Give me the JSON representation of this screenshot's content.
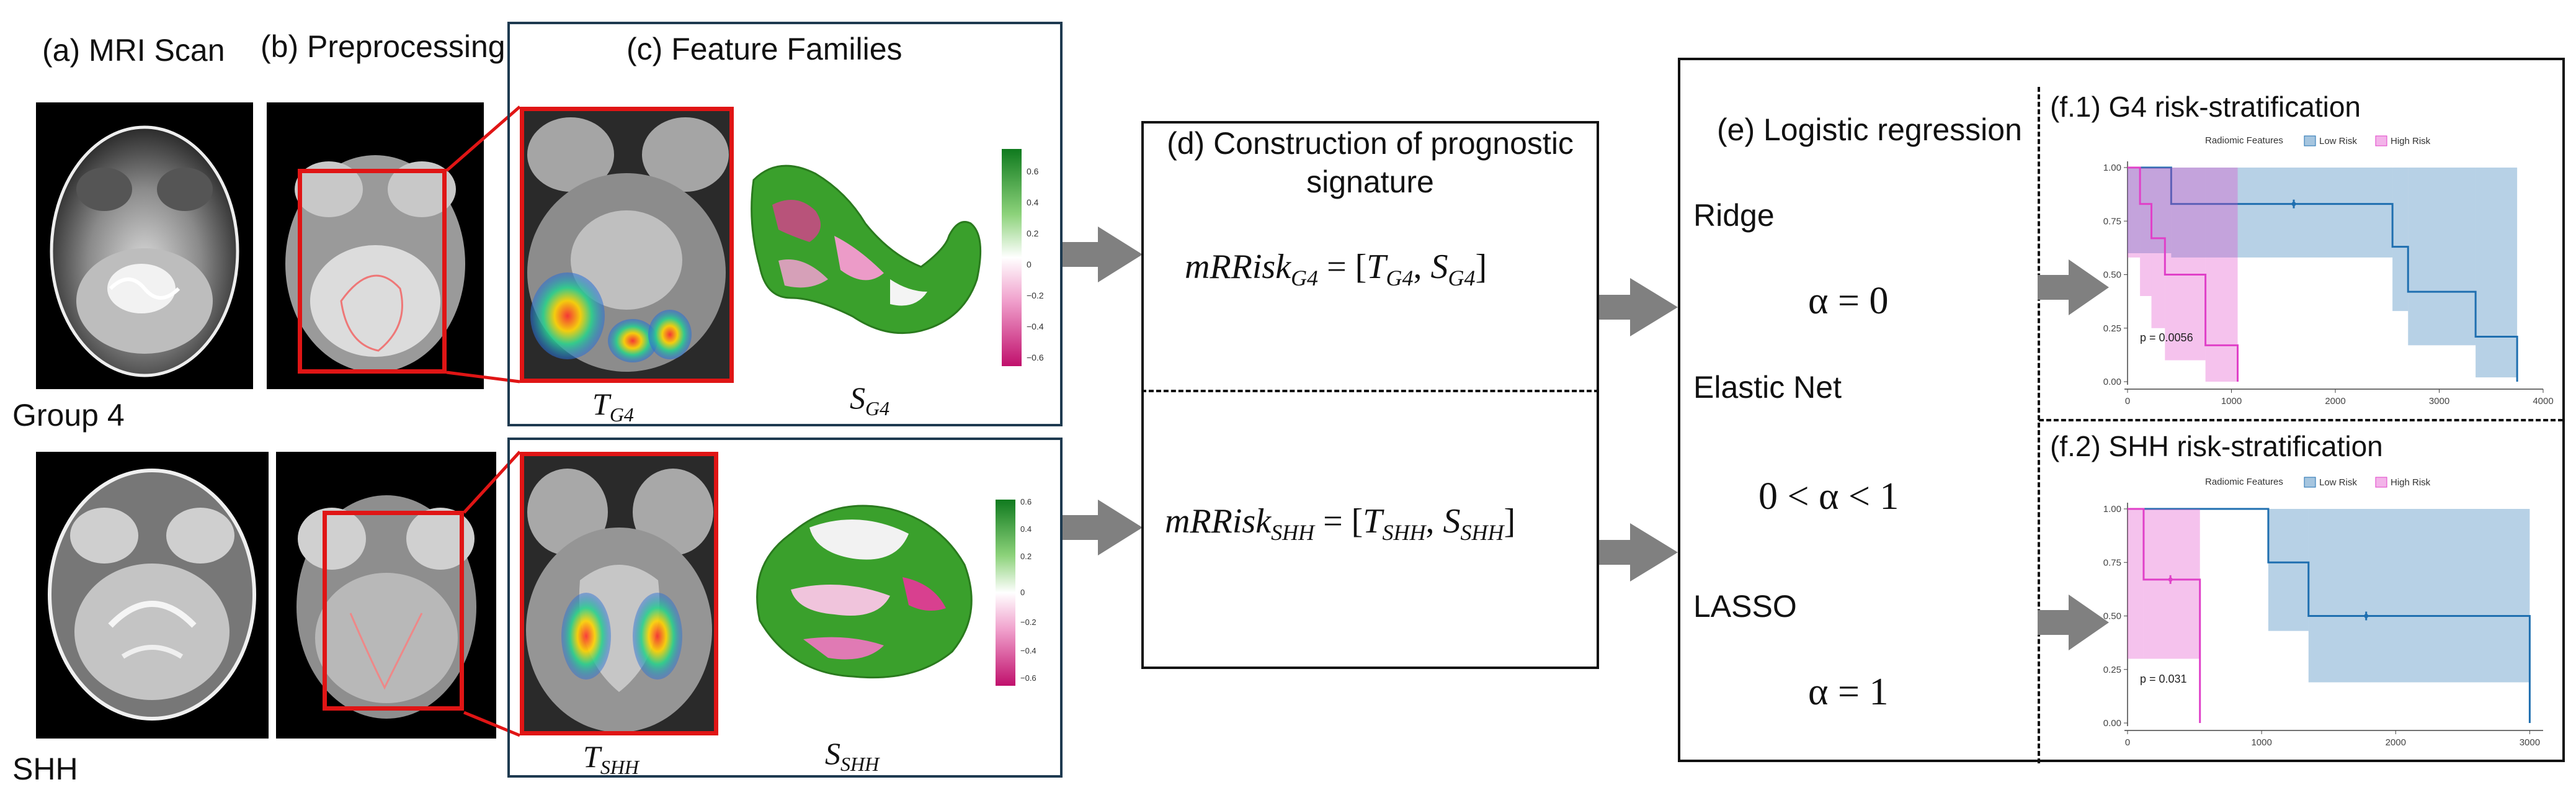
{
  "panels": {
    "a": {
      "title": "(a) MRI Scan",
      "group1": "Group 4",
      "group2": "SHH"
    },
    "b": {
      "title": "(b) Preprocessing"
    },
    "c": {
      "title": "(c) Feature Families",
      "g4": {
        "texture_label": "T",
        "texture_sub": "G4",
        "shape_label": "S",
        "shape_sub": "G4",
        "colorbar_ticks": [
          "0.6",
          "0.4",
          "0.2",
          "0",
          "−0.2",
          "−0.4",
          "−0.6"
        ]
      },
      "shh": {
        "texture_label": "T",
        "texture_sub": "SHH",
        "shape_label": "S",
        "shape_sub": "SHH",
        "colorbar_ticks": [
          "0.6",
          "0.4",
          "0.2",
          "0",
          "−0.2",
          "−0.4",
          "−0.6"
        ]
      }
    },
    "d": {
      "title_line1": "(d) Construction of prognostic",
      "title_line2": "signature",
      "g4": {
        "lhs": "mRRisk",
        "lhs_sub": "G4",
        "eq": " = [",
        "t": "T",
        "t_sub": "G4",
        "comma": ", ",
        "s": "S",
        "s_sub": "G4",
        "close": "]"
      },
      "shh": {
        "lhs": "mRRisk",
        "lhs_sub": "SHH",
        "eq": " = [",
        "t": "T",
        "t_sub": "SHH",
        "comma": ", ",
        "s": "S",
        "s_sub": "SHH",
        "close": "]"
      }
    },
    "e": {
      "title": "(e) Logistic regression",
      "ridge": "Ridge",
      "ridge_alpha": "α = 0",
      "enet": "Elastic Net",
      "enet_alpha": "0 < α < 1",
      "lasso": "LASSO",
      "lasso_alpha": "α = 1"
    },
    "f1": {
      "title": "(f.1) G4 risk-stratification"
    },
    "f2": {
      "title": "(f.2) SHH risk-stratification"
    }
  },
  "colors": {
    "frame": "#1e3a50",
    "red_box": "#e01515",
    "arrow": "#808080",
    "low_risk": "#1f6fb0",
    "high_risk": "#e040c8"
  },
  "chart_data": [
    {
      "type": "line",
      "legend_title": "Radiomic Features",
      "legend_placement": "top",
      "x_ticks": [
        "0",
        "1000",
        "2000",
        "3000",
        "4000"
      ],
      "y_ticks": [
        "0.00",
        "0.25",
        "0.50",
        "0.75",
        "1.00"
      ],
      "xlim": [
        0,
        4000
      ],
      "ylim": [
        0,
        1
      ],
      "annotation": "p = 0.0056",
      "series": [
        {
          "name": "Low Risk",
          "color": "#1f6fb0",
          "x": [
            0,
            420,
            2550,
            2700,
            3350,
            3750
          ],
          "y": [
            1.0,
            0.83,
            0.63,
            0.42,
            0.21,
            0.0
          ],
          "ci_low": [
            0.6,
            0.58,
            0.33,
            0.17,
            0.02,
            0.0
          ],
          "ci_high": [
            1.0,
            1.0,
            1.0,
            1.0,
            1.0,
            1.0
          ],
          "censor_x": [
            1600
          ]
        },
        {
          "name": "High Risk",
          "color": "#e040c8",
          "x": [
            0,
            120,
            230,
            360,
            750,
            1060
          ],
          "y": [
            1.0,
            0.83,
            0.67,
            0.5,
            0.17,
            0.0
          ],
          "ci_low": [
            0.58,
            0.4,
            0.25,
            0.1,
            0.0,
            0.0
          ],
          "ci_high": [
            1.0,
            1.0,
            1.0,
            1.0,
            1.0,
            1.0
          ],
          "censor_x": []
        }
      ]
    },
    {
      "type": "line",
      "legend_title": "Radiomic Features",
      "legend_placement": "top",
      "x_ticks": [
        "0",
        "1000",
        "2000",
        "3000"
      ],
      "y_ticks": [
        "0.00",
        "0.25",
        "0.50",
        "0.75",
        "1.00"
      ],
      "xlim": [
        0,
        3100
      ],
      "ylim": [
        0,
        1
      ],
      "annotation": "p = 0.031",
      "series": [
        {
          "name": "Low Risk",
          "color": "#1f6fb0",
          "x": [
            0,
            1050,
            1350,
            3000
          ],
          "y": [
            1.0,
            0.75,
            0.5,
            0.0
          ],
          "ci_low": [
            1.0,
            0.43,
            0.19,
            0.0
          ],
          "ci_high": [
            1.0,
            1.0,
            1.0,
            1.0
          ],
          "censor_x": [
            1780
          ]
        },
        {
          "name": "High Risk",
          "color": "#e040c8",
          "x": [
            0,
            120,
            540
          ],
          "y": [
            1.0,
            0.67,
            0.0
          ],
          "ci_low": [
            0.3,
            0.3,
            0.0
          ],
          "ci_high": [
            1.0,
            1.0,
            1.0
          ],
          "censor_x": [
            320
          ]
        }
      ]
    }
  ]
}
